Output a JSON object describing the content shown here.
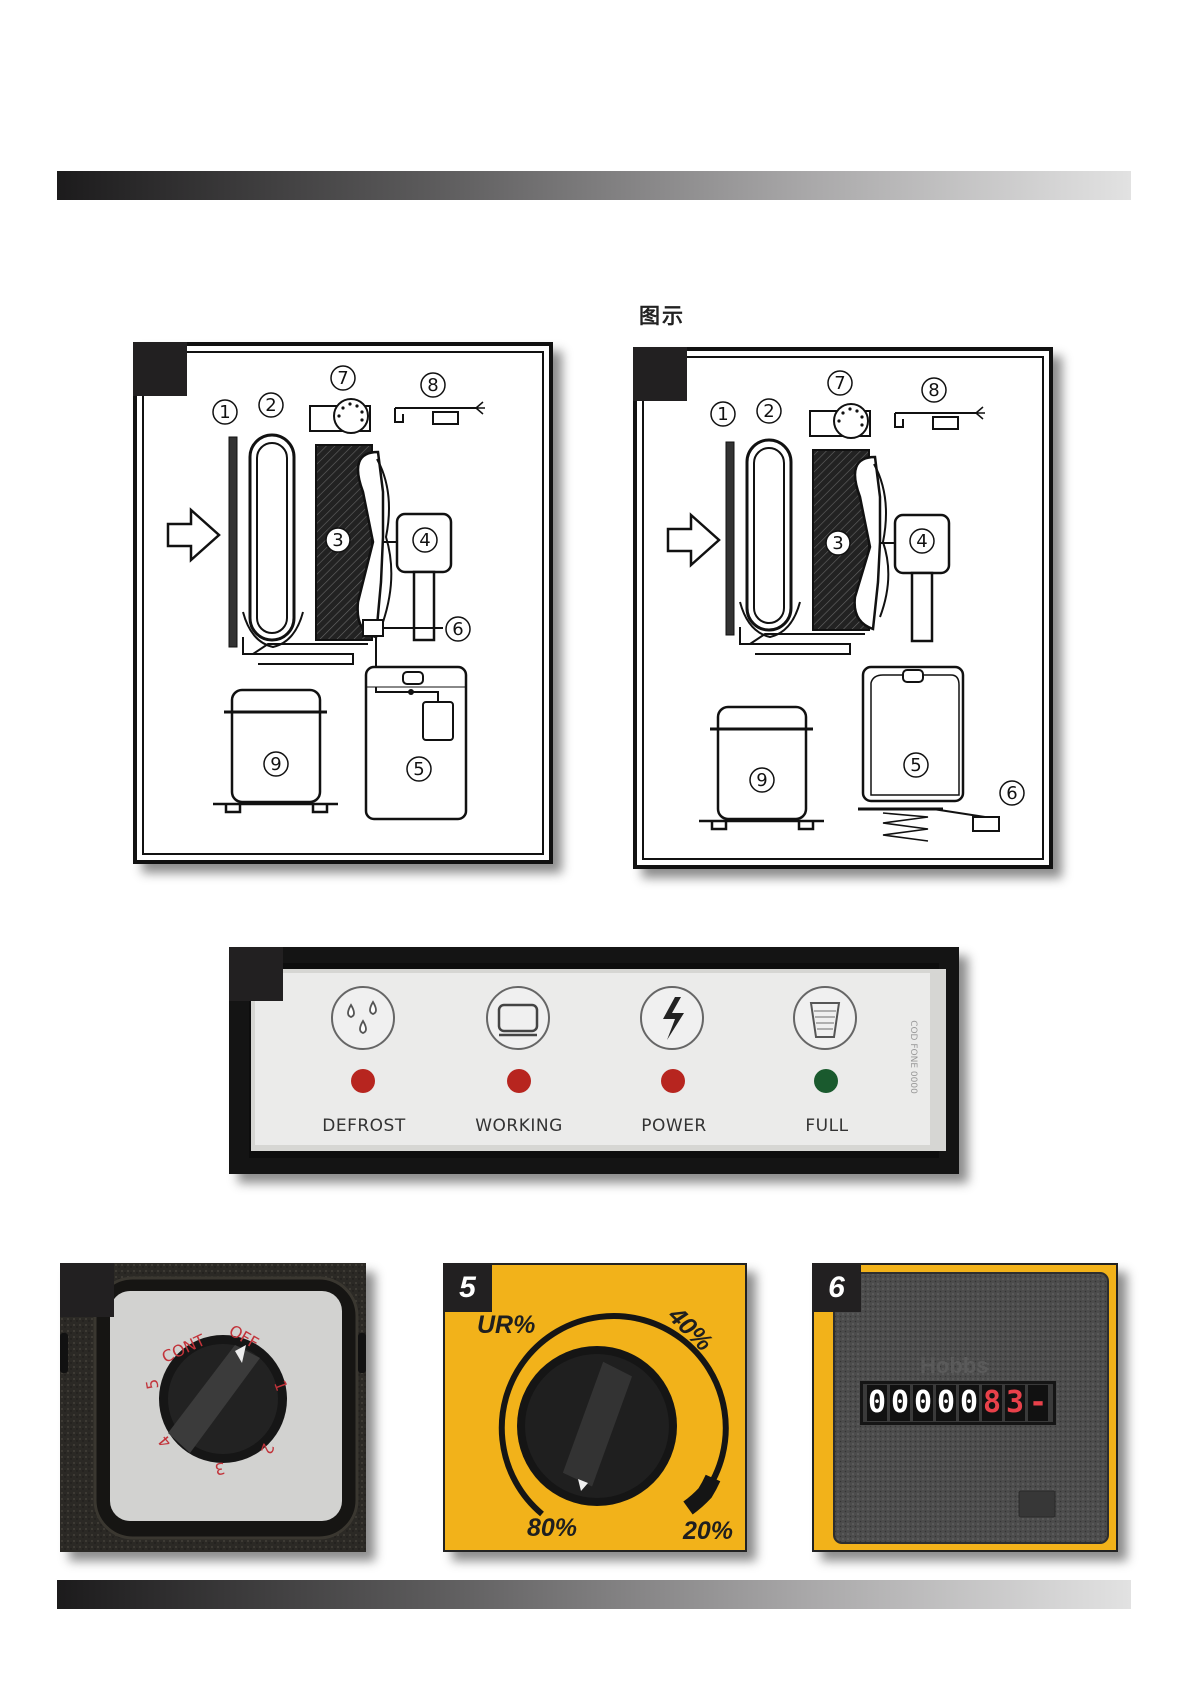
{
  "header": {
    "caption": "图示"
  },
  "diagram_labels": [
    "1",
    "2",
    "3",
    "4",
    "5",
    "6",
    "7",
    "8",
    "9"
  ],
  "panel": {
    "leds": [
      {
        "label": "DEFROST",
        "color": "#b7251f",
        "icon": "water-drops-icon"
      },
      {
        "label": "WORKING",
        "color": "#b7251f",
        "icon": "machine-icon"
      },
      {
        "label": "POWER",
        "color": "#b7251f",
        "icon": "lightning-icon"
      },
      {
        "label": "FULL",
        "color": "#1a5a2e",
        "icon": "bucket-icon"
      }
    ],
    "side_text": "COD FONE 0000"
  },
  "knob": {
    "labels": {
      "cont": "CONT",
      "off": "OFF",
      "n1": "1",
      "n2": "2",
      "n3": "3",
      "n4": "4",
      "n5": "5"
    }
  },
  "humidistat": {
    "tab": "5",
    "ur": "UR%",
    "p40": "40%",
    "p80": "80%",
    "p20": "20%"
  },
  "counter": {
    "tab": "6",
    "brand": "Hobbs",
    "digits": [
      "0",
      "0",
      "0",
      "0",
      "0",
      "8",
      "3",
      "-"
    ]
  },
  "colors": {
    "yellow": "#f2b21a",
    "led_red": "#b7251f",
    "led_green": "#1a5a2e",
    "tab": "#222021"
  }
}
